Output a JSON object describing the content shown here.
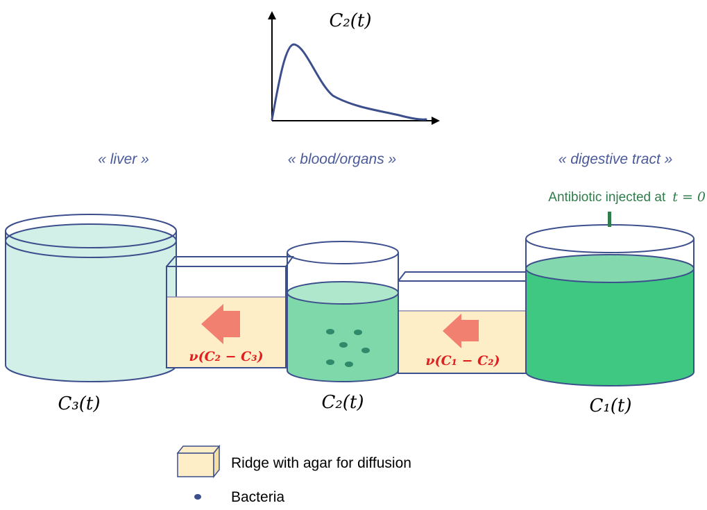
{
  "graph": {
    "label": "C₂(t)"
  },
  "regions": {
    "liver": "« liver »",
    "blood": "« blood/organs »",
    "digestive": "« digestive tract »"
  },
  "injection": {
    "prefix": "Antibiotic injected at",
    "math": "t = 0"
  },
  "tanks": {
    "left_label": "C₃(t)",
    "middle_label": "C₂(t)",
    "right_label": "C₁(t)"
  },
  "flows": {
    "left": "ν(C₂ − C₃)",
    "right": "ν(C₁ − C₂)"
  },
  "legend": {
    "ridge": "Ridge with agar for diffusion",
    "bacteria": "Bacteria"
  },
  "colors": {
    "outline": "#3c4f8c",
    "tank_left_liquid": "#d2efe8",
    "tank_middle_liquid": "#7fd8aa",
    "tank_right_liquid": "#3ec882",
    "agar": "#fdeec8",
    "arrow": "#f28070",
    "flow_text": "#e02020",
    "injection_text": "#2e7d4a",
    "region_text": "#4a5a9a",
    "bacteria": "#2e8a6a"
  }
}
